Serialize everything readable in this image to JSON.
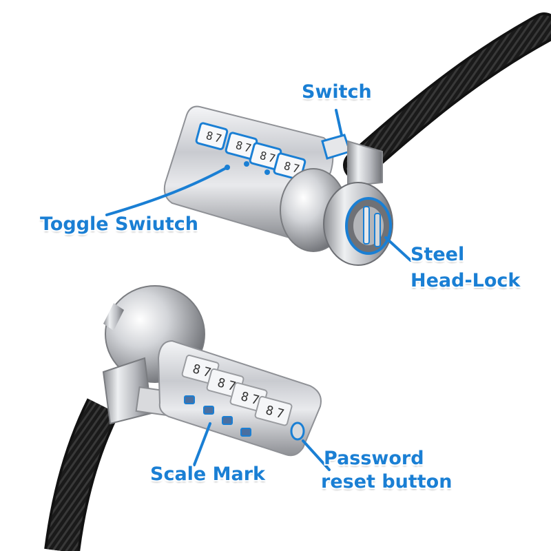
{
  "labels": {
    "switch": "Switch",
    "toggle_switch": "Toggle Swiutch",
    "steel_line1": "Steel",
    "steel_line2": "Head-Lock",
    "scale_mark": "Scale Mark",
    "password_line1": "Password",
    "password_line2": "reset button"
  },
  "dial_digits": {
    "top_lock": [
      "8",
      "7"
    ],
    "bottom_lock": [
      "8",
      "7"
    ]
  },
  "colors": {
    "accent": "#1a7fd4",
    "cable": "#1c1c1c",
    "metal": "#c8c9cc",
    "background": "#ffffff"
  }
}
